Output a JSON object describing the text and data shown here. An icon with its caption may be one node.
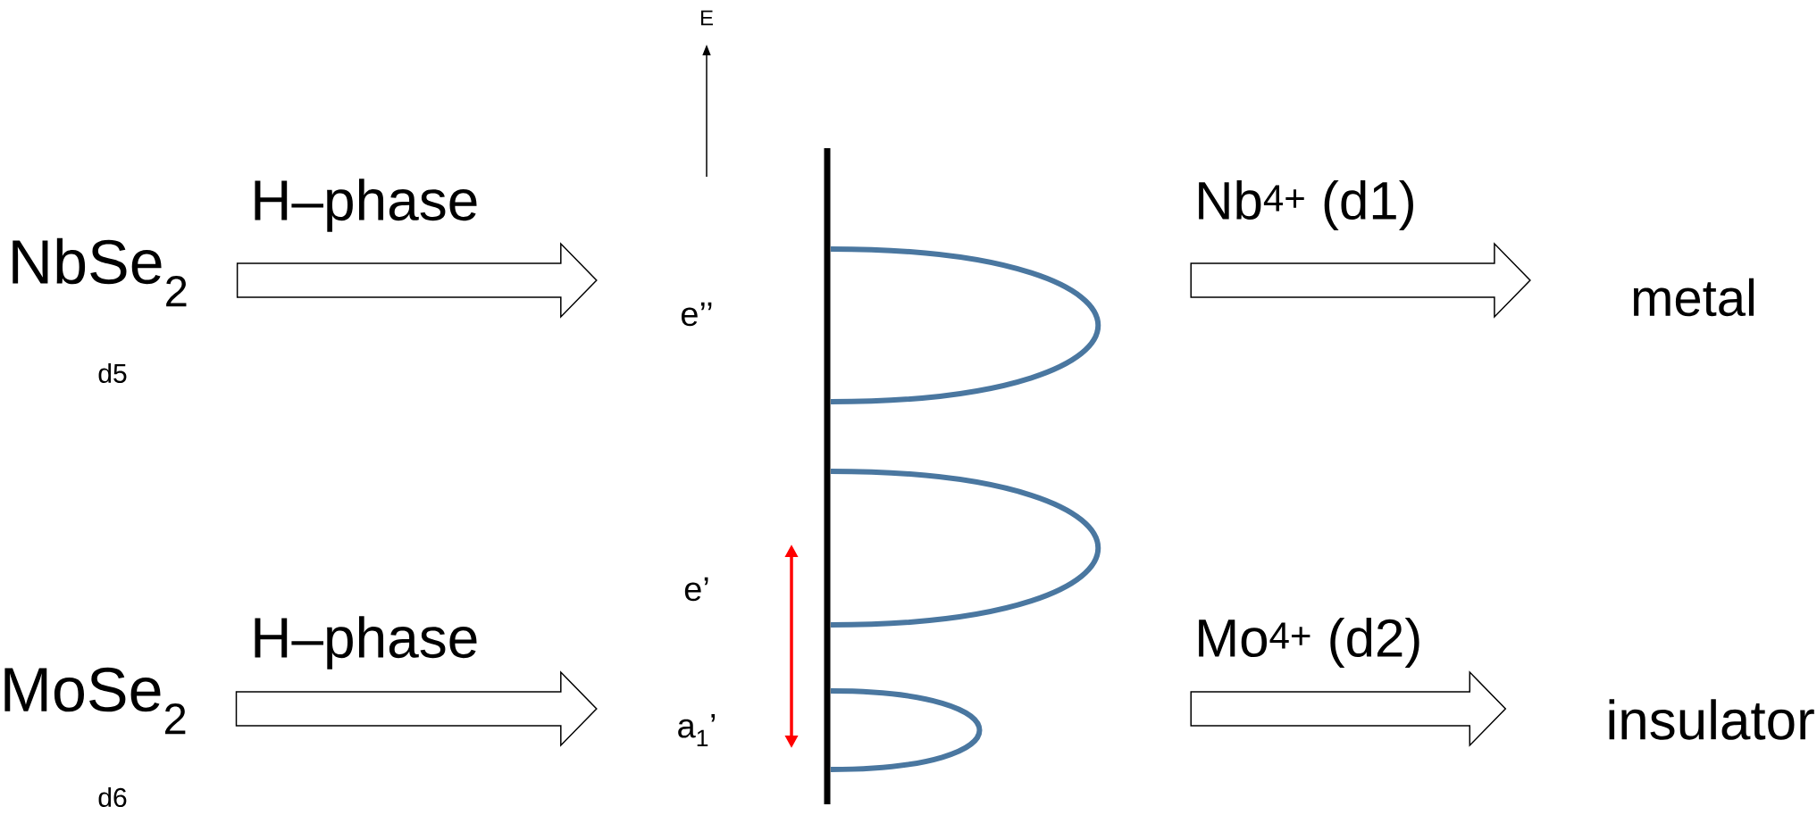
{
  "diagram": {
    "nodes": [
      {
        "text": [
          "NbSe$_{2}$"
        ],
        "beside": [
          "d5"
        ]
      },
      {
        "text": [
          "MoSe$_{2}$"
        ],
        "beside": [
          "d6"
        ]
      },
      {
        "text": [],
        "shape": "picture"
      },
      {
        "text": [
          "metal"
        ]
      },
      {
        "text": [
          "insulator"
        ]
      }
    ],
    "edges": [
      {
        "from": 0,
        "to": 2,
        "arrow": "to",
        "label": "H–phase"
      },
      {
        "from": 1,
        "to": 2,
        "arrow": "to",
        "label": "H–phase"
      },
      {
        "from": 2,
        "to": 3,
        "arrow": "to",
        "label": "Nb$^{4+}$ (d1)"
      },
      {
        "from": 2,
        "to": 4,
        "arrow": "to",
        "label": "Mo$^{4+}$ (d2)"
      }
    ],
    "labels": [
      "E",
      "e’’",
      "e’",
      "a$_{1}$’"
    ]
  }
}
